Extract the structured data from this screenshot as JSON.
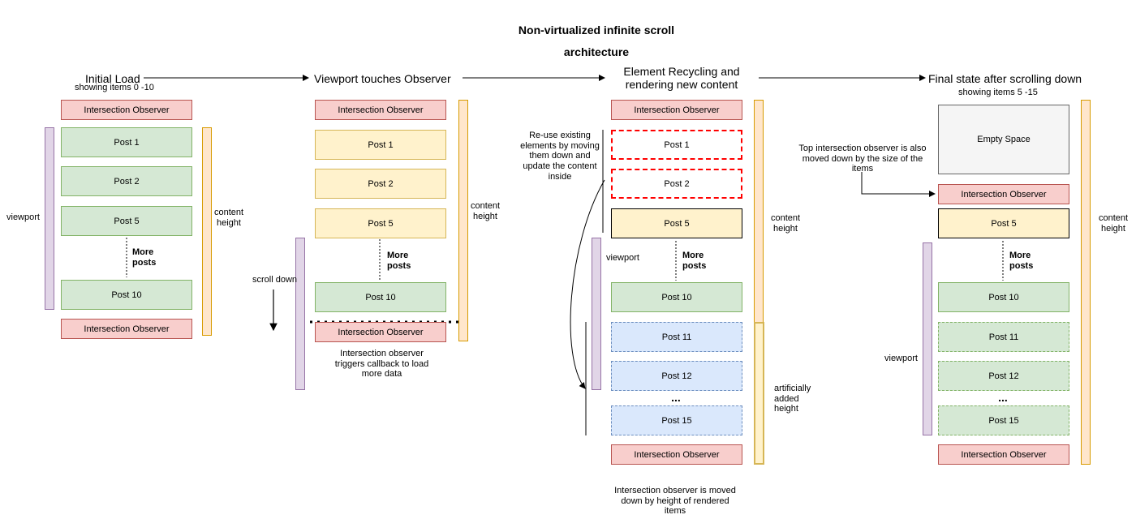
{
  "title": "Non-virtualized infinite scroll architecture",
  "stage1": {
    "heading": "Initial Load",
    "subheading": "showing items 0 -10",
    "top_observer": "Intersection Observer",
    "posts": [
      "Post 1",
      "Post 2",
      "Post 5"
    ],
    "more": "More posts",
    "post_last": "Post 10",
    "bottom_observer": "Intersection Observer",
    "viewport_label": "viewport",
    "content_label": "content height"
  },
  "stage2": {
    "heading": "Viewport touches Observer",
    "top_observer": "Intersection Observer",
    "posts": [
      "Post 1",
      "Post 2",
      "Post 5"
    ],
    "more": "More posts",
    "post_last": "Post 10",
    "bottom_observer": "Intersection Observer",
    "scroll_label": "scroll down",
    "content_label": "content height",
    "callback_note": "Intersection observer triggers callback to load more data"
  },
  "stage3": {
    "heading": "Element Recycling and rendering new content",
    "top_observer": "Intersection Observer",
    "reuse_note": "Re-use existing elements by moving them down and update the content inside",
    "recycled": [
      "Post 1",
      "Post 2"
    ],
    "post5": "Post 5",
    "viewport_label": "viewport",
    "more": "More posts",
    "post10": "Post 10",
    "new_posts": [
      "Post 11",
      "Post 12"
    ],
    "dots": "...",
    "post15": "Post 15",
    "bottom_observer": "Intersection Observer",
    "content_label": "content height",
    "artificial_label": "artificially added height",
    "moved_note": "Intersection observer is moved down by height of rendered items"
  },
  "stage4": {
    "heading": "Final state after scrolling down",
    "subheading": "showing items 5 -15",
    "empty_space": "Empty Space",
    "top_note": "Top intersection observer is also moved down by the size of the items",
    "top_observer": "Intersection Observer",
    "post5": "Post 5",
    "more": "More posts",
    "post10": "Post 10",
    "new_posts": [
      "Post 11",
      "Post 12"
    ],
    "dots": "...",
    "post15": "Post 15",
    "bottom_observer": "Intersection Observer",
    "viewport_label": "viewport",
    "content_label": "content height"
  }
}
